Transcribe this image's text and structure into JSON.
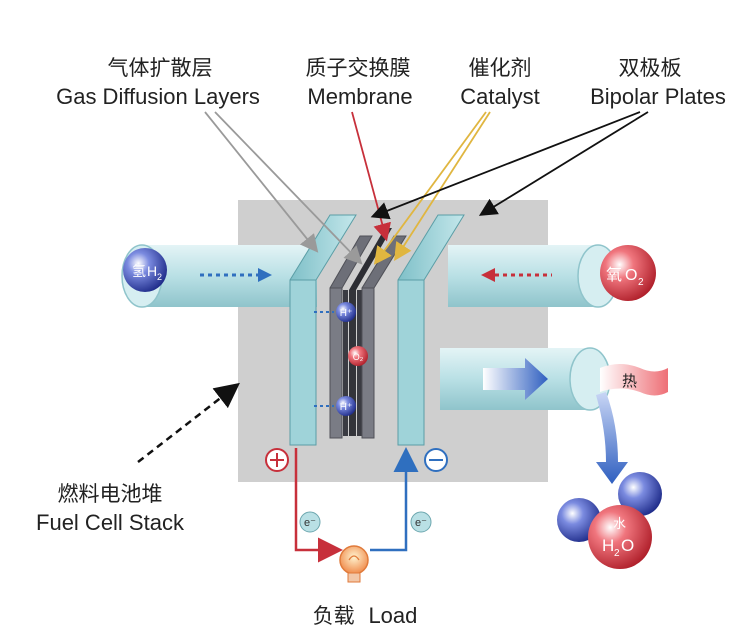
{
  "labels": {
    "gdl": {
      "zh": "气体扩散层",
      "en": "Gas Diffusion Layers"
    },
    "membrane": {
      "zh": "质子交换膜",
      "en": "Membrane"
    },
    "catalyst": {
      "zh": "催化剂",
      "en": "Catalyst"
    },
    "bipolar": {
      "zh": "双极板",
      "en": "Bipolar Plates"
    },
    "stack": {
      "zh": "燃料电池堆",
      "en": "Fuel Cell Stack"
    },
    "load": {
      "zh": "负载",
      "en": "Load"
    }
  },
  "species": {
    "h2_zh": "氢",
    "h2_formula": "H",
    "h2_sub": "2",
    "o2_zh": "氧",
    "o2_formula": "O",
    "o2_sub": "2",
    "proton": "H⁺",
    "o2_small": "O₂",
    "electron": "e⁻",
    "heat": "热",
    "water_zh": "水",
    "water_formula": "H",
    "water_sub": "2",
    "water_end": "O"
  },
  "terminals": {
    "positive": "⊕",
    "negative": "⊖"
  },
  "colors": {
    "plate": "#a9d8dd",
    "plate_edge": "#5b9ea6",
    "pipe": "#c9e8ec",
    "hydrogen": "#3d4fb5",
    "oxygen": "#e2444f",
    "wire_red": "#c7303b",
    "wire_blue": "#2f6fbf",
    "catalyst_arrow": "#e0b640"
  },
  "icons": [
    "lightbulb-icon",
    "heat-flag-icon",
    "water-molecule-icon"
  ]
}
